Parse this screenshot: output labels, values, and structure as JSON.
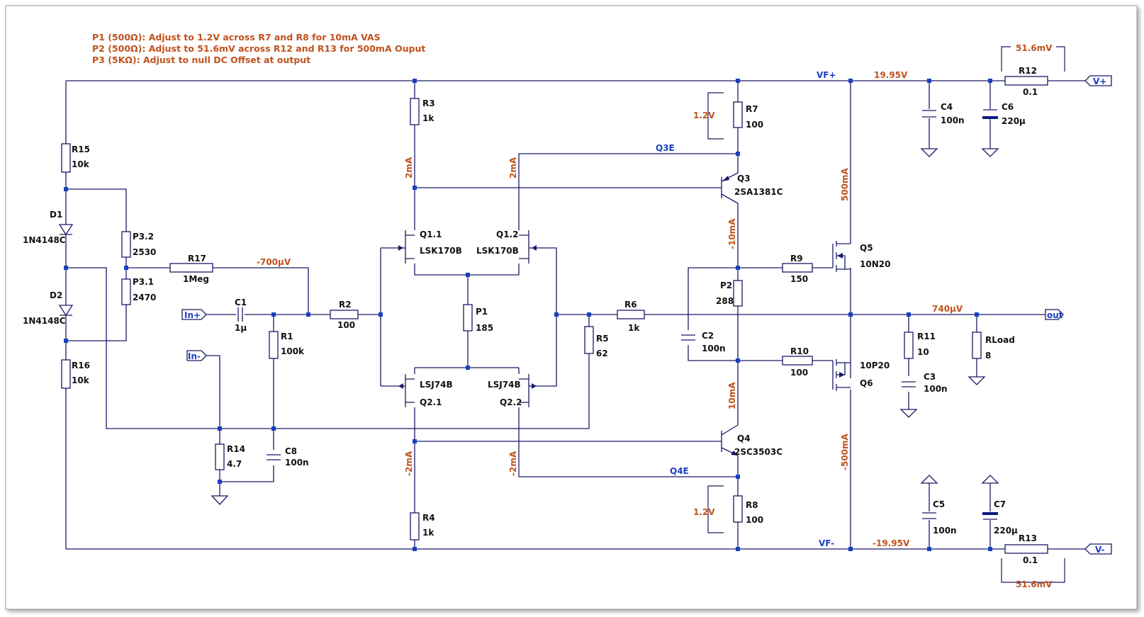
{
  "notes": [
    "P1 (500Ω):  Adjust to 1.2V across R7 and R8 for 10mA VAS",
    "P2 (500Ω):  Adjust to 51.6mV across R12 and R13 for 500mA Ouput",
    "P3 (5KΩ):  Adjust to null DC Offset at output"
  ],
  "components": {
    "R15": {
      "name": "R15",
      "value": "10k"
    },
    "R16": {
      "name": "R16",
      "value": "10k"
    },
    "D1": {
      "name": "D1",
      "value": "1N4148C"
    },
    "D2": {
      "name": "D2",
      "value": "1N4148C"
    },
    "P32": {
      "name": "P3.2",
      "value": "2530"
    },
    "P31": {
      "name": "P3.1",
      "value": "2470"
    },
    "R17": {
      "name": "R17",
      "value": "1Meg"
    },
    "C1": {
      "name": "C1",
      "value": "1µ"
    },
    "R1": {
      "name": "R1",
      "value": "100k"
    },
    "R2": {
      "name": "R2",
      "value": "100"
    },
    "R14": {
      "name": "R14",
      "value": "4.7"
    },
    "C8": {
      "name": "C8",
      "value": "100n"
    },
    "R3": {
      "name": "R3",
      "value": "1k"
    },
    "R4": {
      "name": "R4",
      "value": "1k"
    },
    "Q11": {
      "name": "Q1.1",
      "value": "LSK170B"
    },
    "Q12": {
      "name": "Q1.2",
      "value": "LSK170B"
    },
    "Q21": {
      "name": "Q2.1",
      "value": "LSJ74B"
    },
    "Q22": {
      "name": "Q2.2",
      "value": "LSJ74B"
    },
    "P1": {
      "name": "P1",
      "value": "185"
    },
    "R5": {
      "name": "R5",
      "value": "62"
    },
    "R6": {
      "name": "R6",
      "value": "1k"
    },
    "C2": {
      "name": "C2",
      "value": "100n"
    },
    "R7": {
      "name": "R7",
      "value": "100"
    },
    "R8": {
      "name": "R8",
      "value": "100"
    },
    "Q3": {
      "name": "Q3",
      "value": "2SA1381C"
    },
    "Q4": {
      "name": "Q4",
      "value": "2SC3503C"
    },
    "P2": {
      "name": "P2",
      "value": "288"
    },
    "R9": {
      "name": "R9",
      "value": "150"
    },
    "R10": {
      "name": "R10",
      "value": "100"
    },
    "Q5": {
      "name": "Q5",
      "value": "10N20"
    },
    "Q6": {
      "name": "Q6",
      "value": "10P20"
    },
    "C4": {
      "name": "C4",
      "value": "100n"
    },
    "C6": {
      "name": "C6",
      "value": "220µ"
    },
    "C5": {
      "name": "C5",
      "value": "100n"
    },
    "C7": {
      "name": "C7",
      "value": "220µ"
    },
    "R12": {
      "name": "R12",
      "value": "0.1"
    },
    "R13": {
      "name": "R13",
      "value": "0.1"
    },
    "R11": {
      "name": "R11",
      "value": "10"
    },
    "C3": {
      "name": "C3",
      "value": "100n"
    },
    "RLoad": {
      "name": "RLoad",
      "value": "8"
    }
  },
  "nets": {
    "q3e": "Q3E",
    "q4e": "Q4E",
    "vfp": "VF+",
    "vfm": "VF-"
  },
  "ports": {
    "inp": "In+",
    "inm": "In-",
    "out": "out",
    "vp": "V+",
    "vm": "V-"
  },
  "measurements": {
    "v_r12": "51.6mV",
    "v_r13": "51.6mV",
    "v_vfp": "19.95V",
    "v_vfm": "-19.95V",
    "v_out": "740µV",
    "v_in": "-700µV",
    "v_r7": "1.2V",
    "v_r8": "1.2V",
    "i_r3": "2mA",
    "i_q12": "2mA",
    "i_r4": "-2mA",
    "i_q22": "-2mA",
    "i_q3": "-10mA",
    "i_q4": "10mA",
    "i_q5": "500mA",
    "i_q6": "-500mA"
  }
}
